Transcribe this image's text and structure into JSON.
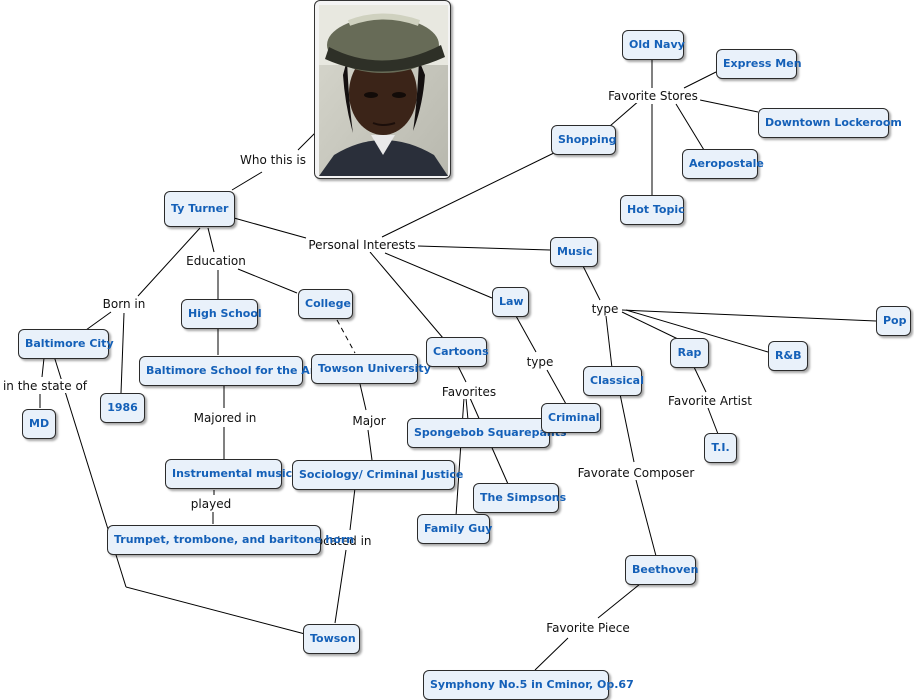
{
  "nodes": {
    "ty_turner": "Ty Turner",
    "baltimore_city": "Baltimore City",
    "md": "MD",
    "y1986": "1986",
    "high_school": "High School",
    "college": "College",
    "baltimore_school": "Baltimore School for the Arts",
    "towson_university": "Towson University",
    "instrumental_music": "Instrumental music",
    "trumpet": "Trumpet, trombone, and baritone horn",
    "sociology": "Sociology/ Criminal Justice",
    "towson": "Towson",
    "cartoons": "Cartoons",
    "spongebob": "Spongebob Squarepants",
    "simpsons": "The Simpsons",
    "family_guy": "Family Guy",
    "law": "Law",
    "criminal": "Criminal",
    "shopping": "Shopping",
    "old_navy": "Old Navy",
    "express_men": "Express Men",
    "downtown_lockeroom": "Downtown Lockeroom",
    "aeropostale": "Aeropostale",
    "hot_topic": "Hot Topic",
    "music": "Music",
    "pop": "Pop",
    "rap": "Rap",
    "rnb": "R&B",
    "ti": "T.I.",
    "classical": "Classical",
    "beethoven": "Beethoven",
    "symphony": "Symphony No.5 in Cminor, Op.67"
  },
  "labels": {
    "who_this_is": "Who this is",
    "personal_interests": "Personal Interests",
    "education": "Education",
    "born_in": "Born in",
    "in_the_state_of": "in the state of",
    "majored_in": "Majored in",
    "played": "played",
    "major": "Major",
    "located_in": "located in",
    "favorites": "Favorites",
    "type_law": "type",
    "type_music": "type",
    "favorite_stores": "Favorite Stores",
    "favorite_artist": "Favorite Artist",
    "favorate_composer": "Favorate Composer",
    "favorite_piece": "Favorite Piece"
  },
  "colors": {
    "node_fill": "#e9f1fa",
    "node_text": "#1460b8",
    "line": "#000000"
  }
}
